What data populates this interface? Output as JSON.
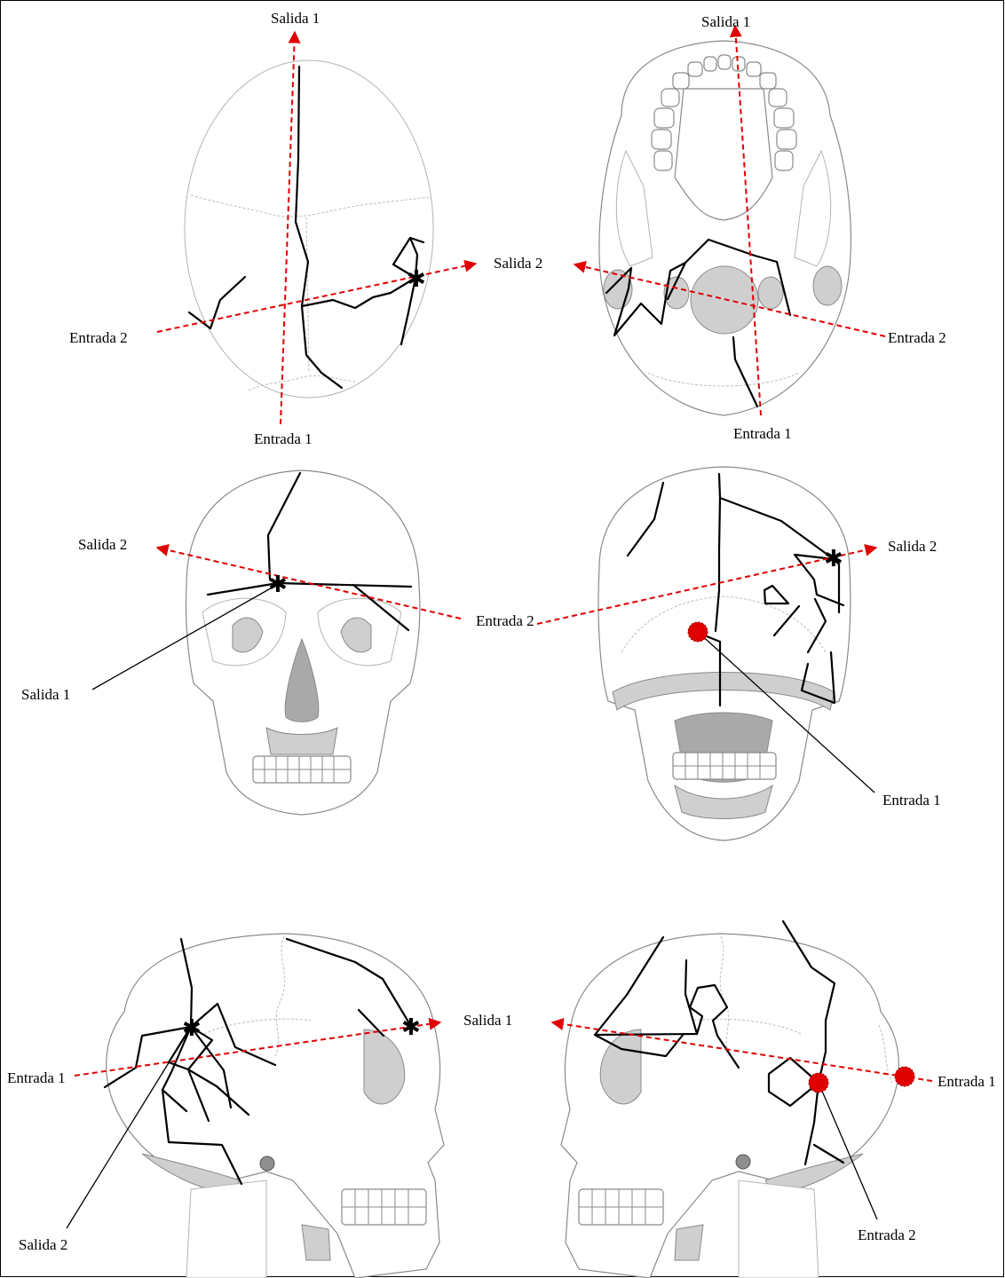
{
  "panels": {
    "top_view": {
      "salida1": "Salida 1",
      "salida2": "Salida 2",
      "entrada1": "Entrada 1",
      "entrada2": "Entrada 2"
    },
    "base_view": {
      "salida1": "Salida 1",
      "entrada1": "Entrada 1",
      "entrada2": "Entrada 2"
    },
    "front_view": {
      "salida2": "Salida 2",
      "salida1": "Salida 1",
      "entrada2": "Entrada 2"
    },
    "back_view": {
      "salida2": "Salida 2",
      "entrada1": "Entrada 1"
    },
    "left_lateral_view": {
      "salida1": "Salida 1",
      "entrada1": "Entrada 1",
      "salida2": "Salida 2"
    },
    "right_lateral_view": {
      "entrada1": "Entrada 1",
      "entrada2": "Entrada 2"
    }
  },
  "colors": {
    "trajectory": "#e00000",
    "fracture": "#000000",
    "entry_wound": "#e00000"
  },
  "symbols": {
    "exit_mark": "✱"
  }
}
